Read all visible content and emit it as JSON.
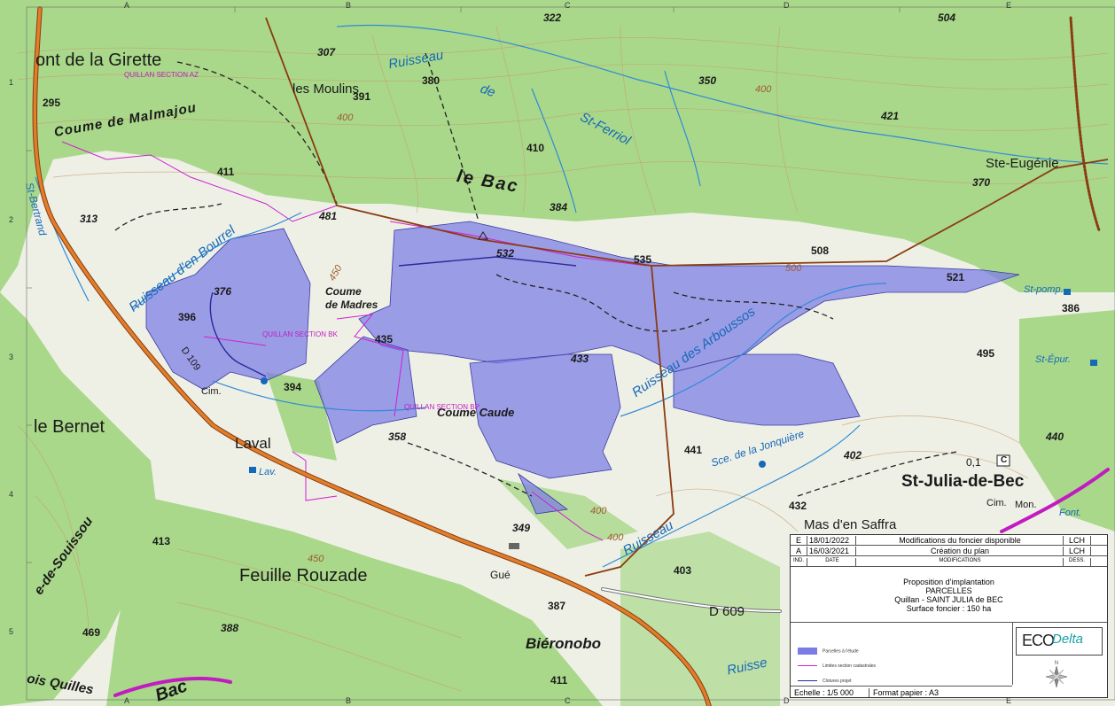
{
  "grid": {
    "columns": [
      "A",
      "B",
      "C",
      "D",
      "E"
    ],
    "rows": [
      "1",
      "2",
      "3",
      "4",
      "5"
    ]
  },
  "places": {
    "girette": "ont de la Girette",
    "coume_malmajou": "Coume de Malmajou",
    "les_moulins": "les Moulins",
    "le_bac": "le Bac",
    "ste_eugenie": "Ste-Eugénie",
    "coume_madres_1": "Coume",
    "coume_madres_2": "de Madres",
    "coume_caude": "Coume Caude",
    "le_bernet": "le Bernet",
    "laval": "Laval",
    "feuille_rouzade": "Feuille Rouzade",
    "st_julia": "St-Julia-de-Bec",
    "mas_saffra": "Mas d'en Saffra",
    "bieronobo": "Biéronobo",
    "gue": "Gué",
    "cim1": "Cim.",
    "cim2": "Cim.",
    "mon": "Mon.",
    "road_d609": "D 609",
    "road_d109": "D 109",
    "souissou": "e-de-Souissou",
    "quilles": "ois Quilles",
    "bac_bottom": "Bac",
    "cross_c": "C",
    "dist": "0,1"
  },
  "streams": {
    "ruisseau_de_st_ferriol_1": "Ruisseau",
    "ruisseau_de_st_ferriol_2": "de",
    "ruisseau_de_st_ferriol_3": "St-Ferriol",
    "bourrel": "Ruisseau d'en Bourrel",
    "arboussos": "Ruisseau des Arboussos",
    "jonquiere": "Sce. de la Jonquière",
    "rousseau_bottom": "Ruisseau",
    "ruisseau_bottom_right": "Ruisse",
    "st_bertrand": "St-Bertrand",
    "lav": "Lav.",
    "st_pomp": "St-pomp.",
    "st_epur": "St-Épur.",
    "font": "Font."
  },
  "elevations": [
    "295",
    "391",
    "307",
    "380",
    "350",
    "410",
    "322",
    "504",
    "421",
    "411",
    "313",
    "481",
    "384",
    "370",
    "376",
    "396",
    "435",
    "532",
    "535",
    "508",
    "521",
    "386",
    "433",
    "394",
    "358",
    "441",
    "495",
    "402",
    "440",
    "432",
    "349",
    "403",
    "387",
    "413",
    "469",
    "388",
    "411"
  ],
  "contours": [
    "400",
    "450",
    "400",
    "400",
    "500",
    "400",
    "450"
  ],
  "pink_labels": [
    "QUILLAN SECTION AZ",
    "QUILLAN SECTION BK",
    "QUILLAN SECTION BP"
  ],
  "cartouche": {
    "revisions": [
      {
        "ind": "E",
        "date": "18/01/2022",
        "mod": "Modifications du foncier disponible",
        "dess": "LCH"
      },
      {
        "ind": "A",
        "date": "16/03/2021",
        "mod": "Création du plan",
        "dess": "LCH"
      }
    ],
    "header": {
      "ind": "IND.",
      "date": "DATE",
      "mod": "MODIFICATIONS",
      "dess": "DESS."
    },
    "title_line1": "Proposition d'implantation",
    "title_line2": "PARCELLES",
    "title_line3": "Quillan - SAINT JULIA de BEC",
    "title_line4": "Surface foncier : 150 ha",
    "legend": [
      {
        "label": "Parcelles à l'étude",
        "kind": "fill",
        "color": "#7b7be6"
      },
      {
        "label": "Limites section cadastrales",
        "kind": "line",
        "color": "#d020d0"
      },
      {
        "label": "Clotures projet",
        "kind": "line",
        "color": "#2a2a9a"
      }
    ],
    "logo_eco": "ECO",
    "logo_delta": "Delta",
    "compass_n": "N",
    "scale": "Echelle : 1/5 000",
    "paper": "Format papier : A3"
  },
  "colors": {
    "forest": "#a9d88a",
    "open": "#eef0e6",
    "parcel": "#7b7be6",
    "contour": "#c8a070",
    "road": "#e07e2a",
    "road_edge": "#8a3c10",
    "water": "#2f8ad8",
    "section": "#d020d0"
  }
}
